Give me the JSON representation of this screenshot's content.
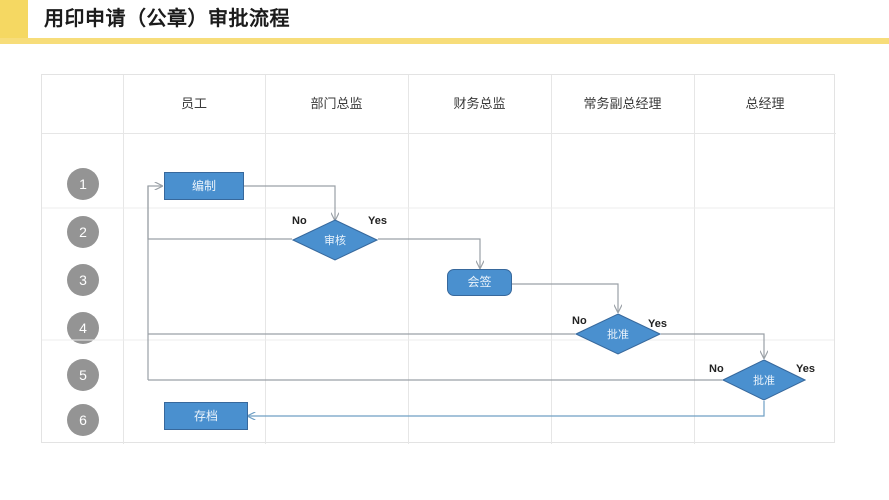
{
  "title": {
    "text": "用印申请（公章）审批流程",
    "accent_color": "#f5d862",
    "underline_color": "#f7dd7a"
  },
  "colors": {
    "shape_fill": "#4a90cf",
    "shape_border": "#37689c",
    "connector": "#9aa0a6",
    "connector_blue": "#6f9fc4",
    "step_circle": "#949494",
    "grid": "#e6e6e6"
  },
  "table": {
    "columns": [
      {
        "label": "",
        "name": "step-column"
      },
      {
        "label": "员工",
        "name": "employee"
      },
      {
        "label": "部门总监",
        "name": "department-director"
      },
      {
        "label": "财务总监",
        "name": "finance-director"
      },
      {
        "label": "常务副总经理",
        "name": "executive-deputy-gm"
      },
      {
        "label": "总经理",
        "name": "general-manager"
      }
    ]
  },
  "steps": [
    {
      "number": "1"
    },
    {
      "number": "2"
    },
    {
      "number": "3"
    },
    {
      "number": "4"
    },
    {
      "number": "5"
    },
    {
      "number": "6"
    }
  ],
  "nodes": [
    {
      "id": "draft",
      "label": "编制",
      "shape": "rectangle",
      "lane": "员工",
      "step": "1"
    },
    {
      "id": "review",
      "label": "审核",
      "shape": "diamond",
      "lane": "部门总监",
      "step": "2"
    },
    {
      "id": "countersign",
      "label": "会签",
      "shape": "rounded-rectangle",
      "lane": "财务总监",
      "step": "3"
    },
    {
      "id": "approve1",
      "label": "批准",
      "shape": "diamond",
      "lane": "常务副总经理",
      "step": "4"
    },
    {
      "id": "approve2",
      "label": "批准",
      "shape": "diamond",
      "lane": "总经理",
      "step": "5"
    },
    {
      "id": "archive",
      "label": "存档",
      "shape": "rectangle",
      "lane": "员工",
      "step": "6"
    }
  ],
  "branch_labels": {
    "review_no": "No",
    "review_yes": "Yes",
    "approve1_no": "No",
    "approve1_yes": "Yes",
    "approve2_no": "No",
    "approve2_yes": "Yes"
  },
  "edges": [
    {
      "from": "draft",
      "to": "review",
      "label": ""
    },
    {
      "from": "review",
      "to": "draft",
      "label": "No"
    },
    {
      "from": "review",
      "to": "countersign",
      "label": "Yes"
    },
    {
      "from": "countersign",
      "to": "approve1",
      "label": ""
    },
    {
      "from": "approve1",
      "to": "draft",
      "label": "No"
    },
    {
      "from": "approve1",
      "to": "approve2",
      "label": "Yes"
    },
    {
      "from": "approve2",
      "to": "draft",
      "label": "No"
    },
    {
      "from": "approve2",
      "to": "archive",
      "label": "Yes"
    }
  ]
}
